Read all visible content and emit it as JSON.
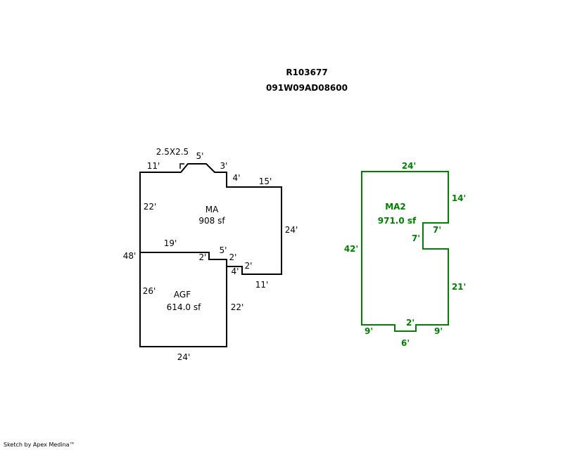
{
  "header": {
    "parcel_id": "R103677",
    "map_number": "091W09AD08600"
  },
  "colors": {
    "outline_black": "#000000",
    "outline_green": "#008000"
  },
  "areas": [
    {
      "code": "MA",
      "area": "908 sf",
      "color": "black"
    },
    {
      "code": "AGF",
      "area": "614.0 sf",
      "color": "black"
    },
    {
      "code": "MA2",
      "area": "971.0 sf",
      "color": "green"
    }
  ],
  "dimensions": {
    "ma": {
      "bay": "2.5X2.5",
      "top_left": "11'",
      "bay_top": "5'",
      "bay_right": "3'",
      "step_down": "4'",
      "top_right": "15'",
      "right": "24'",
      "left_upper": "22'",
      "overall_left": "48'",
      "bottom_right": "11'",
      "notch_right": "2'",
      "notch_left": "4'"
    },
    "agf": {
      "top": "19'",
      "step_a": "2'",
      "step_b": "5'",
      "step_c": "2'",
      "left": "26'",
      "right": "22'",
      "bottom": "24'"
    },
    "ma2": {
      "top": "24'",
      "right_upper": "14'",
      "notch_depth": "7'",
      "notch_height": "7'",
      "left": "42'",
      "right_lower": "21'",
      "bottom_left": "9'",
      "bottom_right": "9'",
      "bottom_notch": "2'",
      "bottom_center": "6'"
    }
  },
  "footer": {
    "credit": "Sketch by Apex Medina™"
  }
}
